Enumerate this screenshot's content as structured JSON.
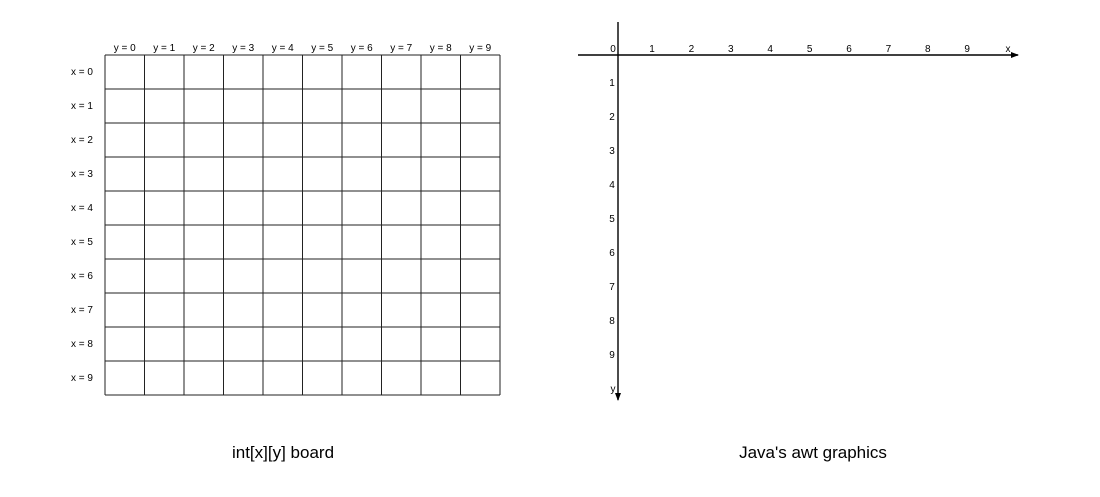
{
  "board_diagram": {
    "rows": 10,
    "cols": 10,
    "column_labels": [
      "y = 0",
      "y = 1",
      "y = 2",
      "y = 3",
      "y = 4",
      "y = 5",
      "y = 6",
      "y = 7",
      "y = 8",
      "y = 9"
    ],
    "row_labels": [
      "x = 0",
      "x = 1",
      "x = 2",
      "x = 3",
      "x = 4",
      "x = 5",
      "x = 6",
      "x = 7",
      "x = 8",
      "x = 9"
    ],
    "caption": "int[x][y] board"
  },
  "awt_diagram": {
    "origin_label": "0",
    "x_ticks": [
      "1",
      "2",
      "3",
      "4",
      "5",
      "6",
      "7",
      "8",
      "9"
    ],
    "x_axis_label": "x",
    "y_ticks": [
      "1",
      "2",
      "3",
      "4",
      "5",
      "6",
      "7",
      "8",
      "9"
    ],
    "y_axis_label": "y",
    "caption": "Java's awt graphics"
  }
}
